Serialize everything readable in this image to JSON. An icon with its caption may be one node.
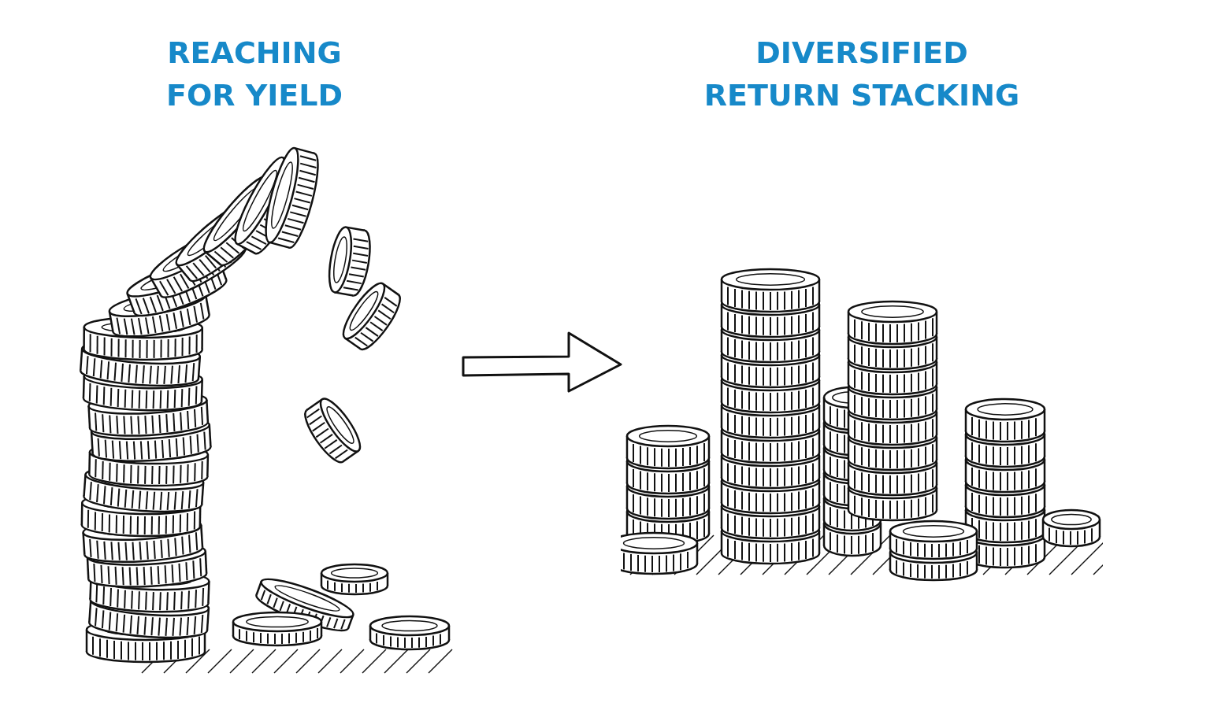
{
  "diagram": {
    "nodes": [
      {
        "text": [
          "REACHING FOR YIELD"
        ]
      },
      {
        "text": [
          "DIVERSIFIED RETURN STACKING"
        ]
      }
    ],
    "edges": [
      {
        "from": 0,
        "to": 1,
        "arrow": "to"
      }
    ]
  }
}
